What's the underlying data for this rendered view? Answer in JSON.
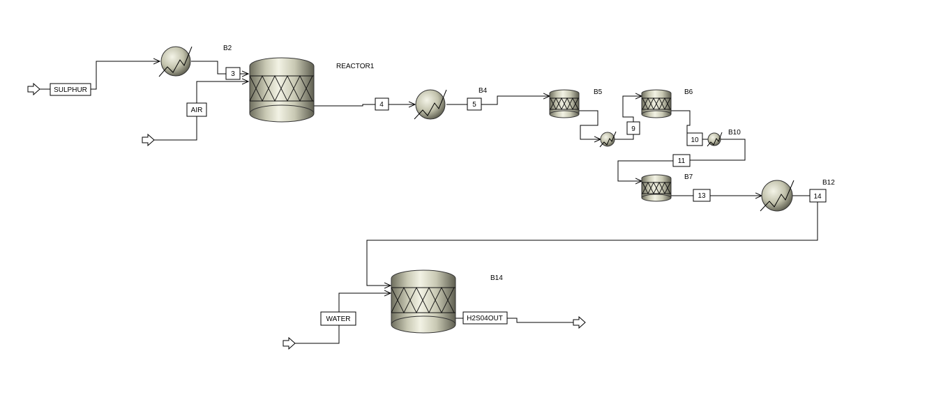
{
  "streams": {
    "sulphur": "SULPHUR",
    "air": "AIR",
    "s3": "3",
    "s4": "4",
    "s5": "5",
    "s9": "9",
    "s10": "10",
    "s11": "11",
    "s13": "13",
    "s14": "14",
    "water": "WATER",
    "h2so4out": "H2S04OUT"
  },
  "blocks": {
    "b2": "B2",
    "reactor1": "REACTOR1",
    "b4": "B4",
    "b5": "B5",
    "b6": "B6",
    "b10": "B10",
    "b7": "B7",
    "b12": "B12",
    "b14": "B14"
  },
  "colors": {
    "equipment_light": "#f2f2e4",
    "equipment_mid": "#c9c9b4",
    "equipment_dark": "#6e6e5e",
    "line": "#000000"
  }
}
